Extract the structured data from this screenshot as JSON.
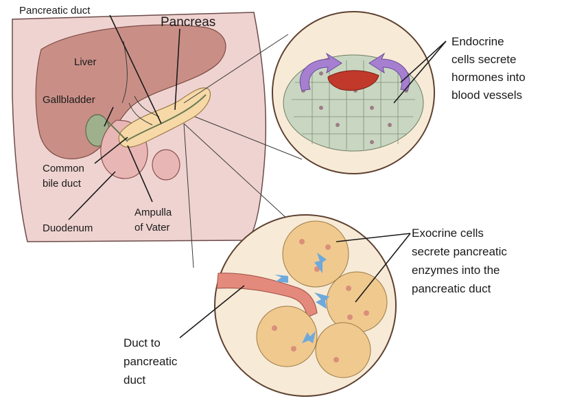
{
  "labels": {
    "pancreatic_duct": "Pancreatic duct",
    "pancreas": "Pancreas",
    "liver": "Liver",
    "gallbladder": "Gallbladder",
    "common_bile_duct_1": "Common",
    "common_bile_duct_2": "bile duct",
    "duodenum": "Duodenum",
    "ampulla_1": "Ampulla",
    "ampulla_2": "of Vater",
    "endocrine_1": "Endocrine",
    "endocrine_2": "cells secrete",
    "endocrine_3": "hormones into",
    "endocrine_4": "blood vessels",
    "exocrine_1": "Exocrine cells",
    "exocrine_2": "secrete pancreatic",
    "exocrine_3": "enzymes into the",
    "exocrine_4": "pancreatic duct",
    "duct_1": "Duct to",
    "duct_2": "pancreatic",
    "duct_3": "duct"
  },
  "colors": {
    "torso": "#efd3d0",
    "torso_outline": "#6b4a48",
    "liver": "#c98f86",
    "gallbladder": "#9fb08c",
    "pancreas": "#f6d9a6",
    "duodenum": "#e8b7b5",
    "islet_cells": "#c9d7c2",
    "blood_vessel": "#c0392b",
    "hormone_arrow": "#a77fd0",
    "acinar_cells": "#f0c98f",
    "duct_wall": "#e48a7c",
    "enzyme_arrow": "#6ea9dc",
    "circle_bg": "#f7ead6"
  },
  "icons": {
    "hormone_arrows": "curved-arrow-icon",
    "enzyme_arrows": "flow-arrow-icon"
  }
}
